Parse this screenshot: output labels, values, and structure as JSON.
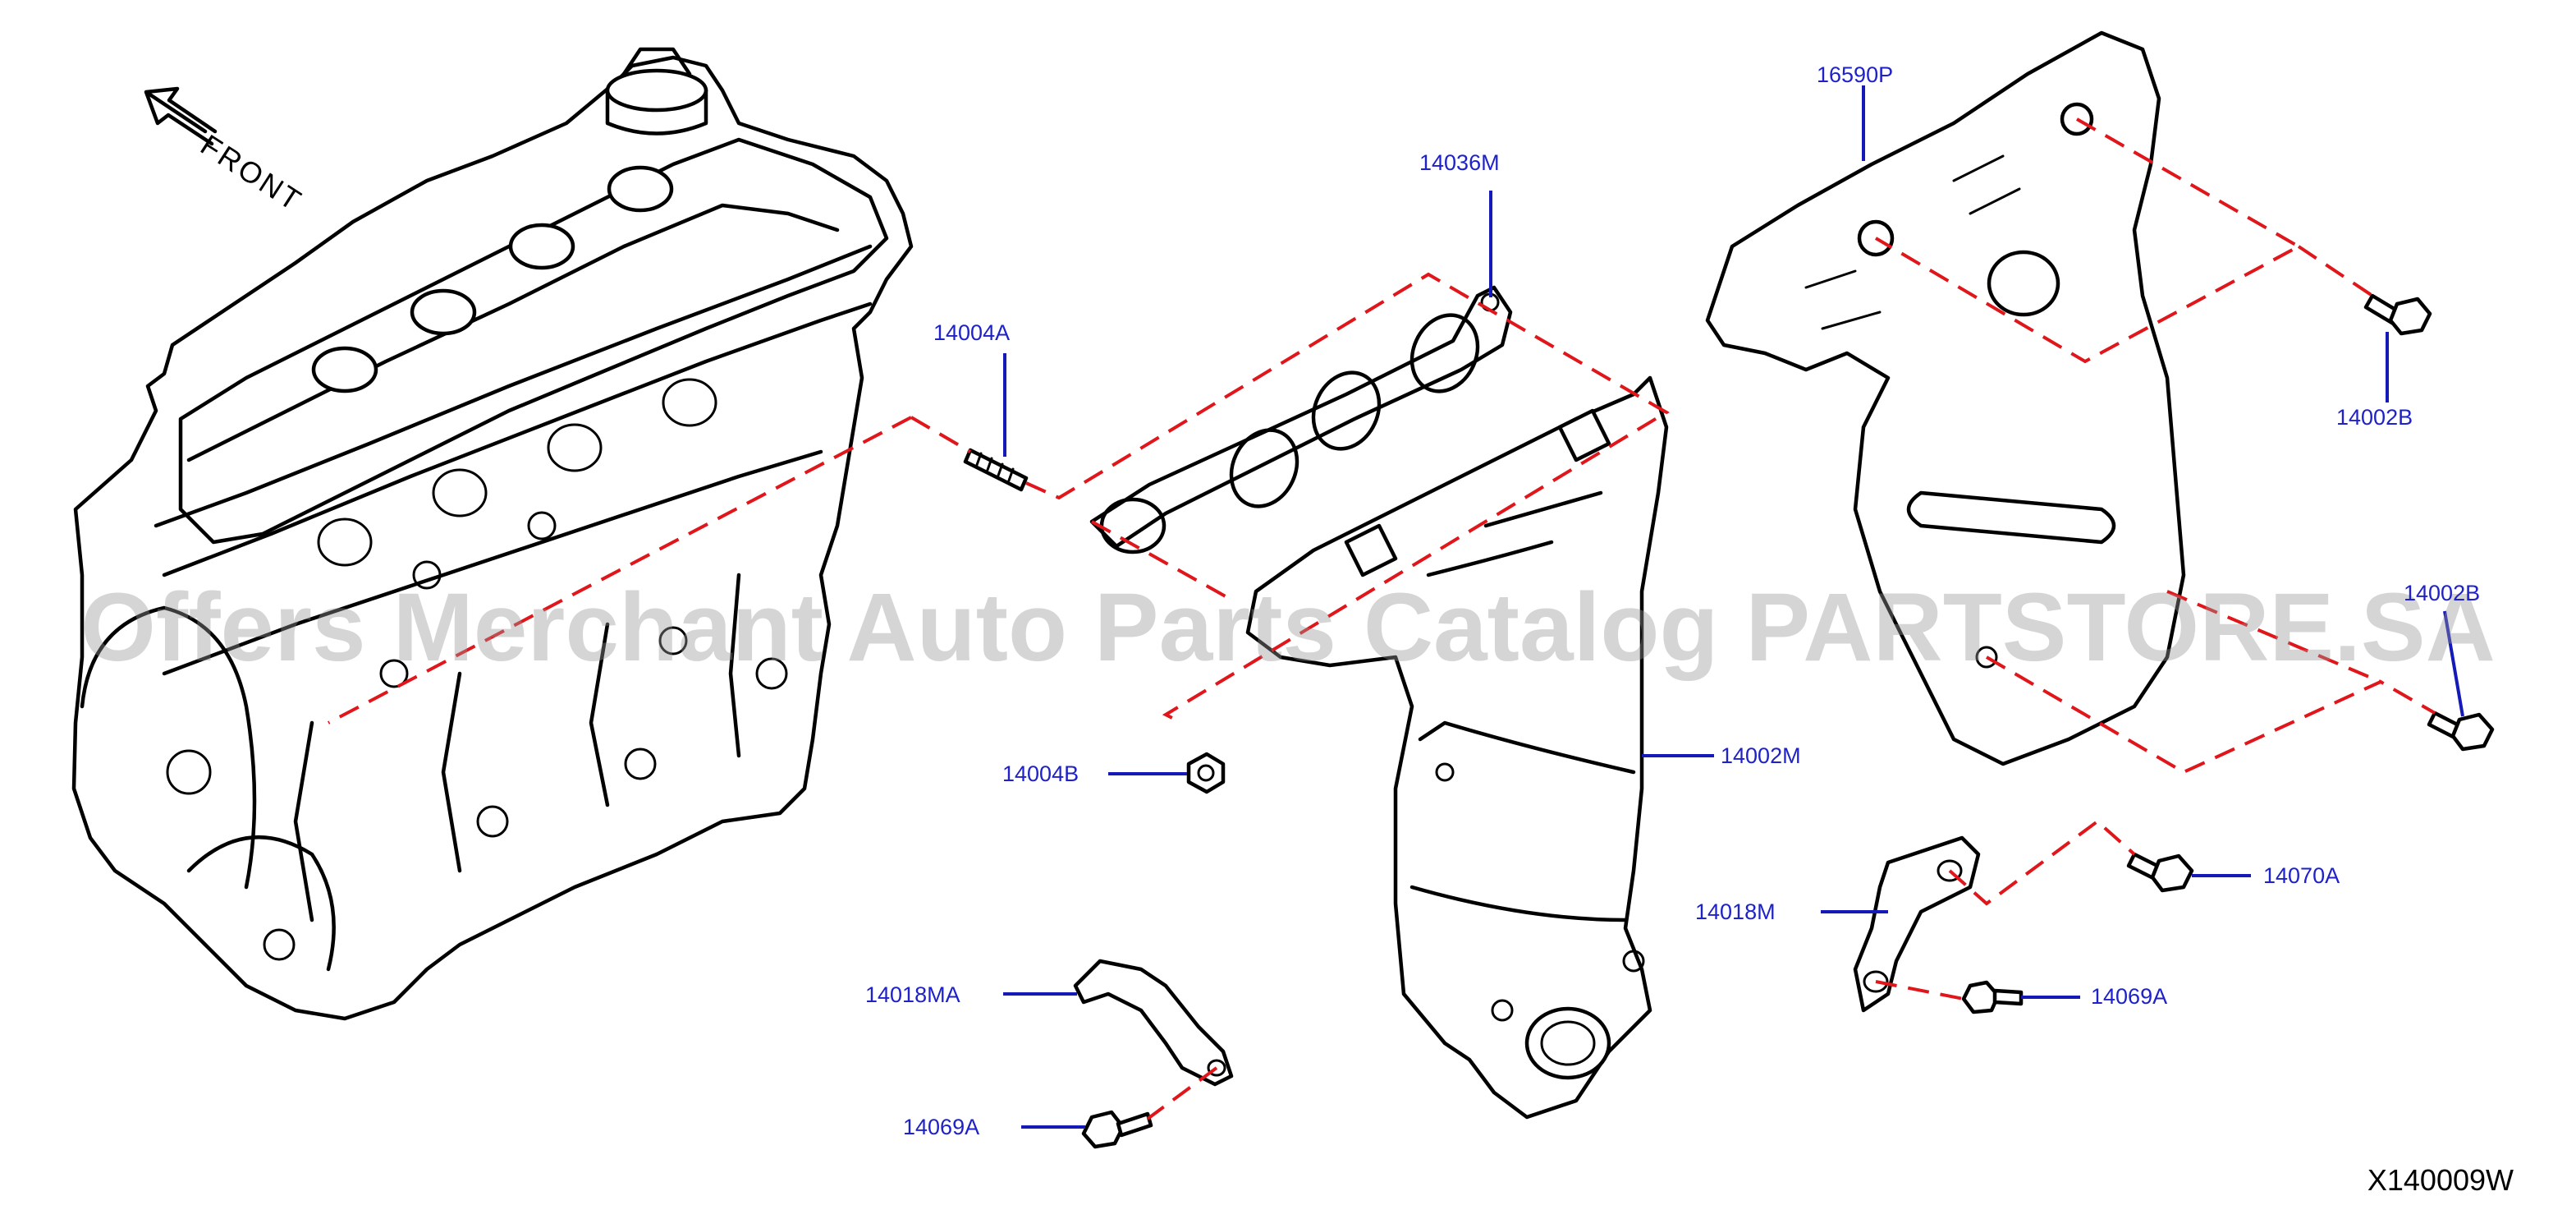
{
  "diagram": {
    "orientation_label": "FRONT",
    "figure_code": "X140009W",
    "watermark": "Offers Merchant Auto Parts Catalog PARTSTORE.SA",
    "colors": {
      "callout": "#1e22c8",
      "leader": "#1419b8",
      "dashed_guide": "#e0161b",
      "linework": "#000000"
    },
    "callouts": [
      {
        "id": "c-14004A",
        "part": "14004A"
      },
      {
        "id": "c-14036M",
        "part": "14036M"
      },
      {
        "id": "c-16590P",
        "part": "16590P"
      },
      {
        "id": "c-14002B-top",
        "part": "14002B"
      },
      {
        "id": "c-14002B-right",
        "part": "14002B"
      },
      {
        "id": "c-14004B",
        "part": "14004B"
      },
      {
        "id": "c-14002M",
        "part": "14002M"
      },
      {
        "id": "c-14070A",
        "part": "14070A"
      },
      {
        "id": "c-14018M",
        "part": "14018M"
      },
      {
        "id": "c-14069A-right",
        "part": "14069A"
      },
      {
        "id": "c-14018MA",
        "part": "14018MA"
      },
      {
        "id": "c-14069A-left",
        "part": "14069A"
      }
    ]
  }
}
